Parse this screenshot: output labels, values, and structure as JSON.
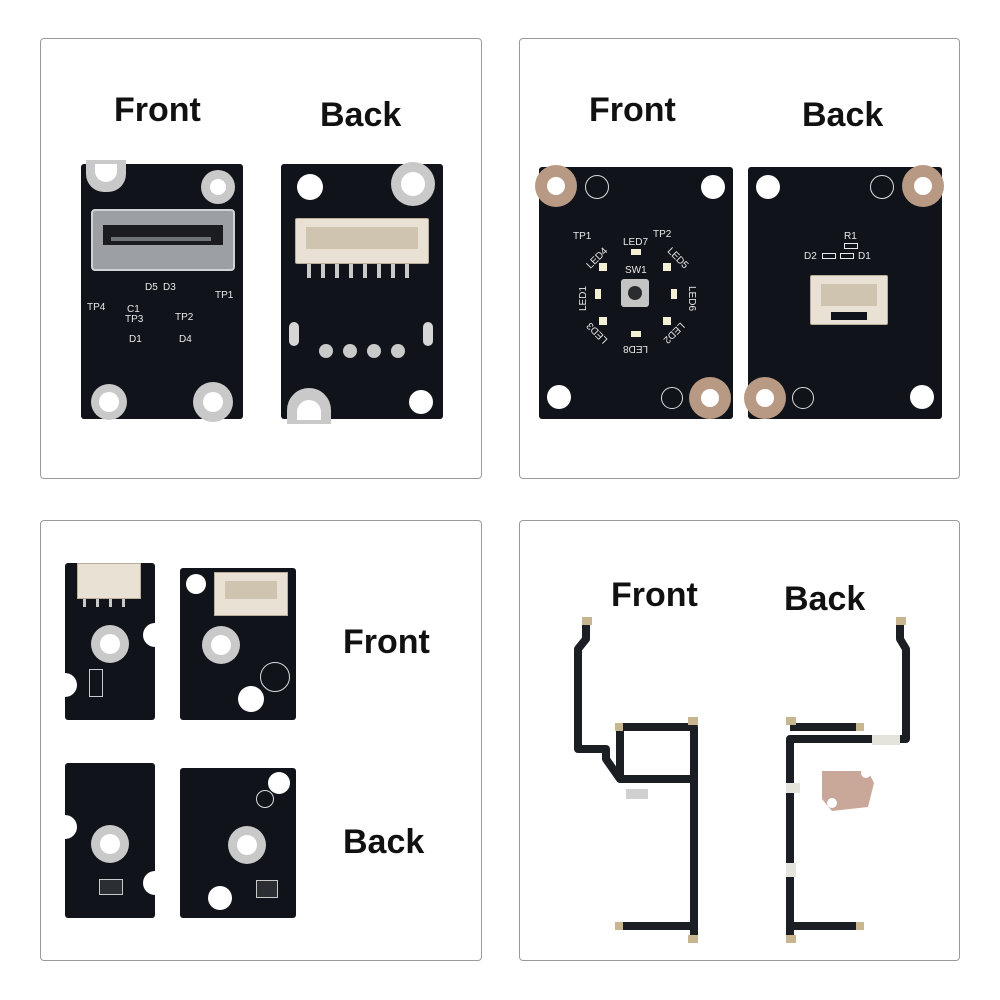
{
  "panels": [
    {
      "front_label": "Front",
      "back_label": "Back"
    },
    {
      "front_label": "Front",
      "back_label": "Back"
    },
    {
      "front_label": "Front",
      "back_label": "Back"
    },
    {
      "front_label": "Front",
      "back_label": "Back"
    }
  ],
  "silkscreen": {
    "usb_front": [
      "D5",
      "D3",
      "TP4",
      "C1",
      "TP3",
      "TP2",
      "TP1",
      "D1",
      "D4"
    ],
    "led_front": [
      "TP1",
      "LED7",
      "TP2",
      "LED4",
      "LED5",
      "SW1",
      "LED1",
      "LED6",
      "LED3",
      "LED8",
      "LED2"
    ],
    "led_back": [
      "R1",
      "D2",
      "D1"
    ]
  },
  "colors": {
    "pcb": "#101319",
    "connector": "#e9e1d3",
    "flex": "#1b1f24",
    "panel_border": "#9a9a9a"
  }
}
